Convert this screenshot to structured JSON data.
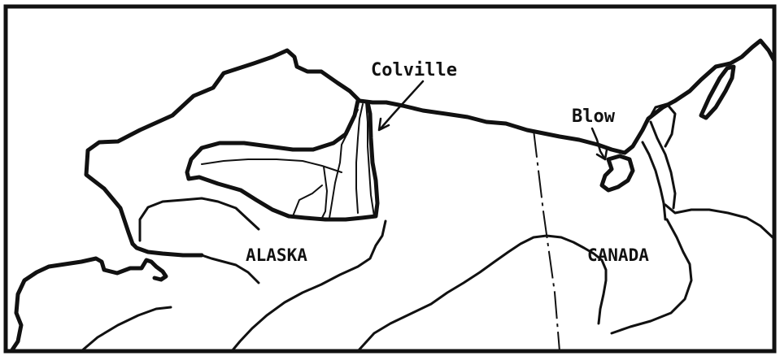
{
  "labels": {
    "colville": "Colville",
    "blow": "Blow",
    "alaska": "ALASKA",
    "canada": "CANADA"
  },
  "colors": {
    "ink": "#111111",
    "background": "#ffffff"
  }
}
